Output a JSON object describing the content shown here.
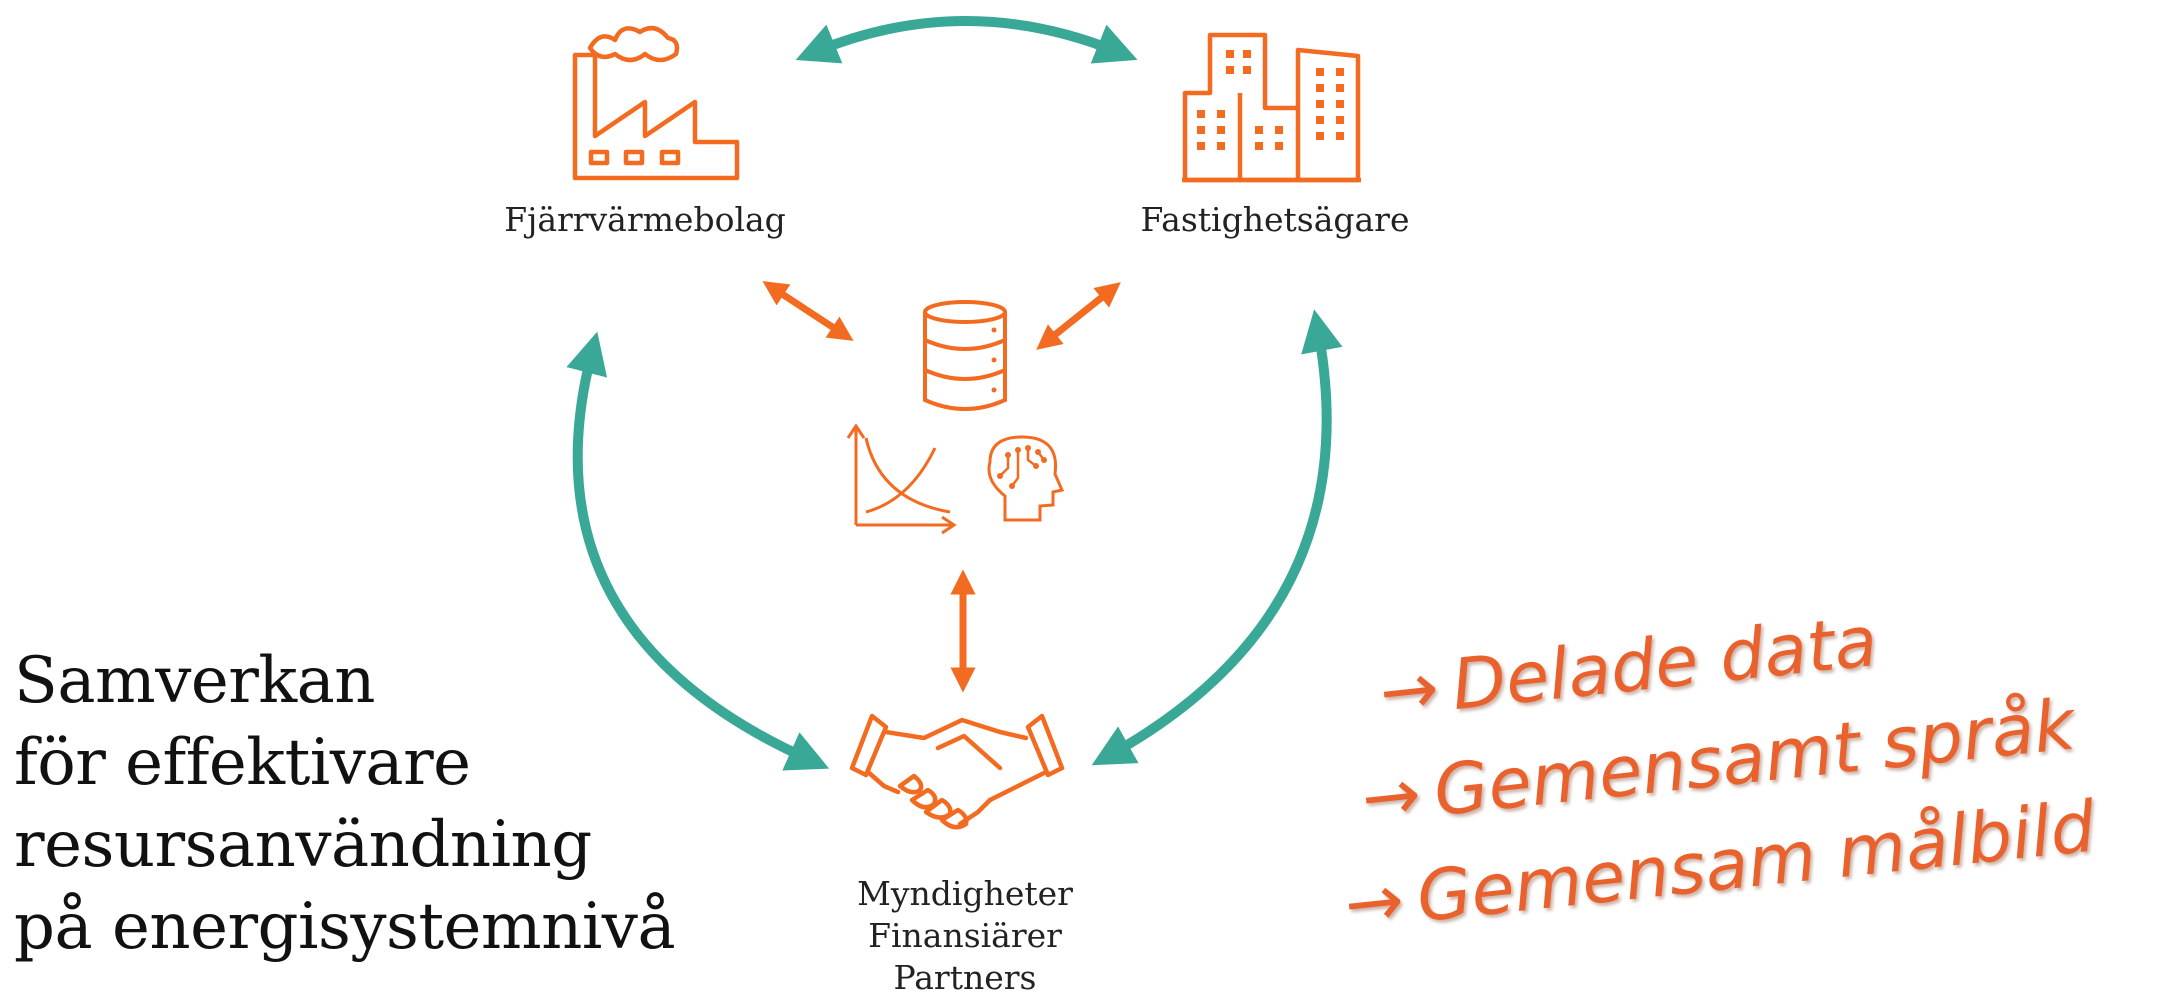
{
  "colors": {
    "orange": "#F26B21",
    "teal": "#3AA897",
    "text": "#222222",
    "bullet": "#E9622E"
  },
  "nodes": {
    "district_heating": {
      "label": "Fjärrvärmebolag",
      "icon": "factory-icon"
    },
    "property_owners": {
      "label": "Fastighetsägare",
      "icon": "buildings-icon"
    },
    "authorities": {
      "lines": [
        "Myndigheter",
        "Finansiärer",
        "Partners"
      ],
      "icon": "handshake-icon"
    },
    "hub": {
      "icons": [
        "database-icon",
        "curve-chart-icon",
        "ai-head-icon"
      ]
    }
  },
  "headline": {
    "lines": [
      "Samverkan",
      "för effektivare",
      "resursanvändning",
      "på energisystemnivå"
    ]
  },
  "bullets": {
    "arrow": "→",
    "items": [
      "Delade data",
      "Gemensamt språk",
      "Gemensam målbild"
    ]
  }
}
